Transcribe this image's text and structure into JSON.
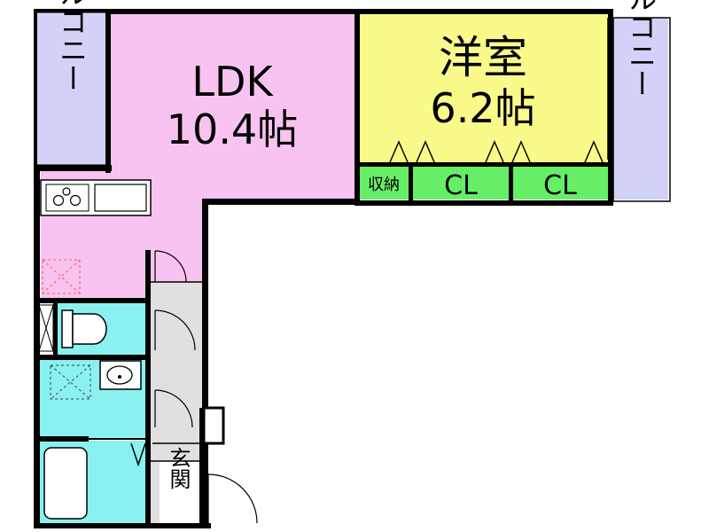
{
  "rooms": {
    "ldk": {
      "name": "LDK",
      "size": "10.4帖"
    },
    "western": {
      "name": "洋室",
      "size": "6.2帖"
    },
    "storage": {
      "name": "収納"
    },
    "closet_1": {
      "name": "CL"
    },
    "closet_2": {
      "name": "CL"
    },
    "balcony_left": {
      "name": "バルコニー"
    },
    "balcony_right": {
      "name": "バルコニー"
    },
    "entrance": {
      "name": "玄関"
    }
  },
  "colors": {
    "ldk": "#f8c3f0",
    "western": "#fafa8a",
    "closet": "#66ee66",
    "balcony": "#d2d2f8",
    "wet_area": "#8af0f0",
    "hallway": "#e0e0e0",
    "wall": "#000000"
  }
}
